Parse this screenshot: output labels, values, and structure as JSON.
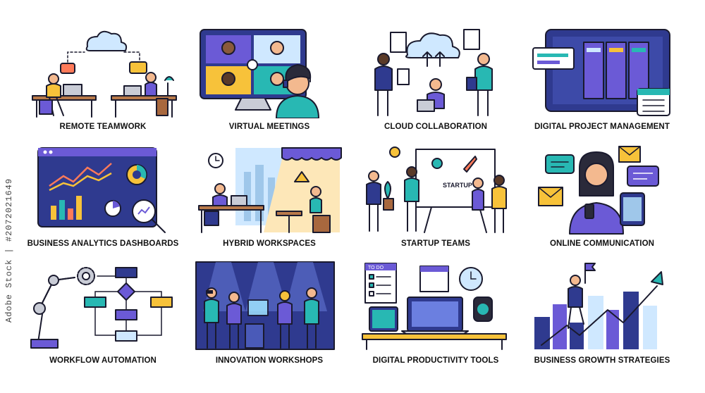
{
  "side_text": "Adobe Stock | #2072021649",
  "colors": {
    "purple": "#6b5ad6",
    "teal": "#28b8b3",
    "navy": "#2f3a8f",
    "yellow": "#f7c23a",
    "skin": "#f3b98f",
    "dark": "#1a1a2e",
    "light_blue": "#cfe8ff"
  },
  "tiles": [
    {
      "label": "REMOTE TEAMWORK",
      "icon": "remote-teamwork-illustration"
    },
    {
      "label": "VIRTUAL MEETINGS",
      "icon": "virtual-meetings-illustration"
    },
    {
      "label": "CLOUD COLLABORATION",
      "icon": "cloud-collaboration-illustration"
    },
    {
      "label": "DIGITAL PROJECT MANAGEMENT",
      "icon": "project-management-illustration"
    },
    {
      "label": "BUSINESS ANALYTICS DASHBOARDS",
      "icon": "analytics-dashboard-illustration"
    },
    {
      "label": "HYBRID WORKSPACES",
      "icon": "hybrid-workspace-illustration"
    },
    {
      "label": "STARTUP TEAMS",
      "icon": "startup-team-illustration",
      "board_text": "STARTUP"
    },
    {
      "label": "ONLINE COMMUNICATION",
      "icon": "online-communication-illustration"
    },
    {
      "label": "WORKFLOW AUTOMATION",
      "icon": "workflow-automation-illustration"
    },
    {
      "label": "INNOVATION WORKSHOPS",
      "icon": "innovation-workshop-illustration"
    },
    {
      "label": "DIGITAL PRODUCTIVITY TOOLS",
      "icon": "productivity-tools-illustration",
      "checklist_text": "TO DO"
    },
    {
      "label": "BUSINESS GROWTH STRATEGIES",
      "icon": "growth-strategy-illustration"
    }
  ]
}
